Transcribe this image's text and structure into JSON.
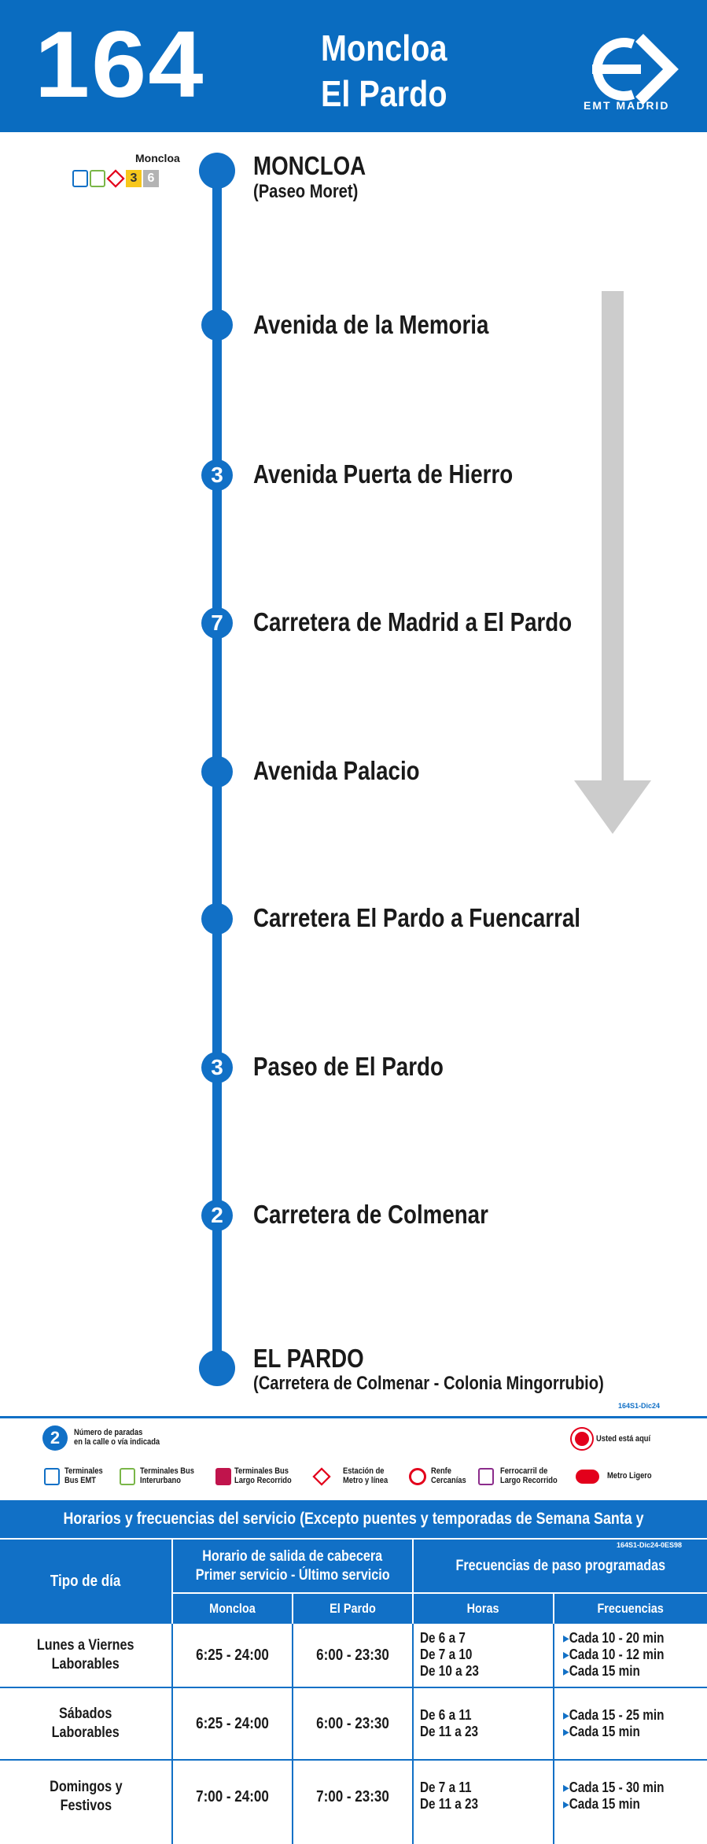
{
  "header": {
    "line_number": "164",
    "destination_1": "Moncloa",
    "destination_2": "El Pardo",
    "logo_text": "EMT MADRID"
  },
  "route": {
    "terminal_label": "Moncloa",
    "metro_lines": [
      "3",
      "6"
    ],
    "stops": [
      {
        "name": "MONCLOA",
        "sub": "(Paseo Moret)"
      },
      {
        "name": "Avenida de la Memoria"
      },
      {
        "name": "Avenida Puerta de Hierro",
        "badge": "3"
      },
      {
        "name": "Carretera de Madrid a El Pardo",
        "badge": "7"
      },
      {
        "name": "Avenida Palacio"
      },
      {
        "name": "Carretera El Pardo a Fuencarral"
      },
      {
        "name": "Paseo de El Pardo",
        "badge": "3"
      },
      {
        "name": "Carretera de Colmenar",
        "badge": "2"
      },
      {
        "name": "EL PARDO",
        "sub": "(Carretera de Colmenar - Colonia Mingorrubio)"
      }
    ],
    "code": "164S1-Dic24"
  },
  "legend": {
    "num_badge": "2",
    "num_text_1": "Número de paradas",
    "num_text_2": "en la calle o vía indicada",
    "here": "Usted está aquí",
    "items": [
      {
        "l1": "Terminales",
        "l2": "Bus EMT"
      },
      {
        "l1": "Terminales Bus",
        "l2": "Interurbano"
      },
      {
        "l1": "Terminales Bus",
        "l2": "Largo Recorrido"
      },
      {
        "l1": "Estación de",
        "l2": "Metro y línea"
      },
      {
        "l1": "Renfe",
        "l2": "Cercanías"
      },
      {
        "l1": "Ferrocarril de",
        "l2": "Largo Recorrido"
      },
      {
        "l1": "Metro Ligero",
        "l2": ""
      }
    ]
  },
  "schedule": {
    "title": "Horarios y frecuencias del servicio (Excepto puentes y temporadas de Semana Santa y Verano)",
    "code": "164S1-Dic24-0ES98",
    "col_tipo": "Tipo de día",
    "col_horario_1": "Horario de salida de cabecera",
    "col_horario_2": "Primer servicio - Último servicio",
    "col_freq": "Frecuencias de paso programadas",
    "sub_moncloa": "Moncloa",
    "sub_elpardo": "El Pardo",
    "sub_horas": "Horas",
    "sub_frecuencias": "Frecuencias",
    "rows": [
      {
        "tipo_1": "Lunes a Viernes",
        "tipo_2": "Laborables",
        "moncloa": "6:25 - 24:00",
        "elpardo": "6:00 - 23:30",
        "horas": [
          "De 6 a 7",
          "De 7 a 10",
          "De 10 a 23"
        ],
        "freqs": [
          "Cada 10 - 20 min",
          "Cada 10 - 12 min",
          "Cada 15 min"
        ]
      },
      {
        "tipo_1": "Sábados",
        "tipo_2": "Laborables",
        "moncloa": "6:25 - 24:00",
        "elpardo": "6:00 - 23:30",
        "horas": [
          "De 6 a 11",
          "De 11 a 23"
        ],
        "freqs": [
          "Cada 15 - 25 min",
          "Cada 15 min"
        ]
      },
      {
        "tipo_1": "Domingos y",
        "tipo_2": "Festivos",
        "moncloa": "7:00 - 24:00",
        "elpardo": "7:00 - 23:30",
        "horas": [
          "De 7 a 11",
          "De 11 a 23"
        ],
        "freqs": [
          "Cada 15 - 30 min",
          "Cada 15 min"
        ]
      }
    ]
  },
  "colors": {
    "brand_blue": "#0a6cc0",
    "route_blue": "#1170c6",
    "arrow_gray": "#cccccc",
    "metro_red": "#e3001b",
    "metro_line_3": "#f7c71b",
    "metro_line_6": "#b3b3b3"
  }
}
